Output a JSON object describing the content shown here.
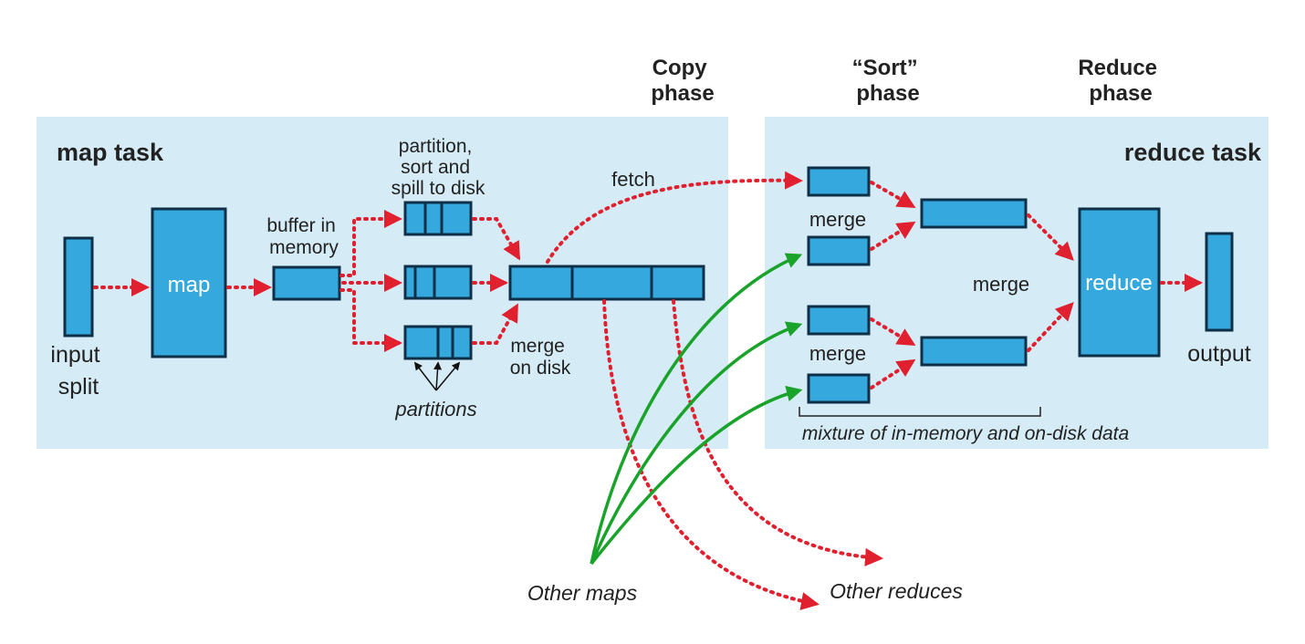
{
  "phases": {
    "copy": [
      "Copy",
      "phase"
    ],
    "sort": [
      "“Sort”",
      "phase"
    ],
    "reduce": [
      "Reduce",
      "phase"
    ]
  },
  "map_task": {
    "title": "map task",
    "input_split": [
      "input",
      "split"
    ],
    "map": "map",
    "buffer": [
      "buffer in",
      "memory"
    ],
    "partition_sort_spill": [
      "partition,",
      "sort and",
      "spill to disk"
    ],
    "partitions": "partitions",
    "merge_on_disk": [
      "merge",
      "on disk"
    ]
  },
  "fetch": "fetch",
  "reduce_task": {
    "title": "reduce task",
    "merge_top": "merge",
    "merge_mid": "merge",
    "merge_bottom": "merge",
    "reduce": "reduce",
    "output": "output",
    "mixture": "mixture of in-memory and on-disk data"
  },
  "other_maps": "Other maps",
  "other_reduces": "Other reduces",
  "colors": {
    "panel": "#d5ebf5",
    "box": "#35a9dd",
    "box_border": "#0d2f47",
    "red_arrow": "#e0202e",
    "green_arrow": "#1aa32a"
  }
}
